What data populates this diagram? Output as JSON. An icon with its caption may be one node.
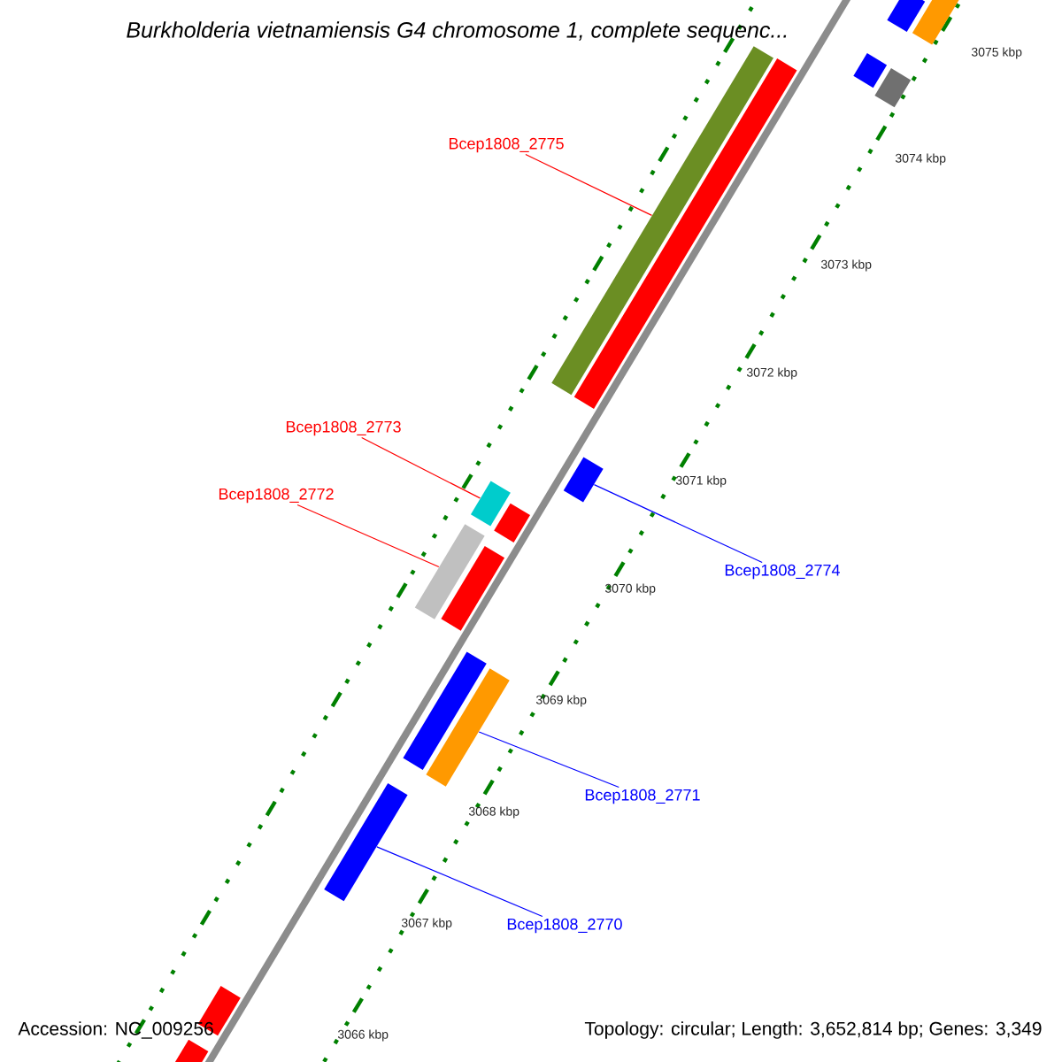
{
  "diagram": {
    "title": "Burkholderia vietnamiensis G4 chromosome 1, complete sequenc...",
    "nodes": [
      {
        "text": [
          "Bcep1808_2775"
        ]
      },
      {
        "text": [
          "Bcep1808_2773"
        ]
      },
      {
        "text": [
          "Bcep1808_2772"
        ]
      },
      {
        "text": [
          "Bcep1808_2774"
        ]
      },
      {
        "text": [
          "Bcep1808_2771"
        ]
      },
      {
        "text": [
          "Bcep1808_2770"
        ]
      },
      {
        "text": [],
        "shape": "bar"
      },
      {
        "text": [],
        "shape": "bar"
      },
      {
        "text": [],
        "shape": "bar"
      },
      {
        "text": [],
        "shape": "bar"
      },
      {
        "text": [],
        "shape": "bar"
      },
      {
        "text": [],
        "shape": "bar"
      },
      {
        "text": [],
        "shape": "bar"
      },
      {
        "text": [],
        "shape": "bar"
      },
      {
        "text": [],
        "shape": "bar"
      },
      {
        "text": [],
        "shape": "bar"
      },
      {
        "text": [],
        "shape": "bar"
      },
      {
        "text": [],
        "shape": "bar"
      },
      {
        "text": [],
        "shape": "bar"
      },
      {
        "text": [],
        "shape": "bar"
      },
      {
        "text": [],
        "shape": "bar"
      },
      {
        "text": [],
        "shape": "bar"
      }
    ],
    "edges": [
      {
        "from": 0,
        "to": 10,
        "arrow": "none",
        "color": "#ff0000"
      },
      {
        "from": 1,
        "to": 13,
        "arrow": "none",
        "color": "#ff0000"
      },
      {
        "from": 2,
        "to": 15,
        "arrow": "none",
        "color": "#ff0000"
      },
      {
        "from": 3,
        "to": 12,
        "arrow": "none",
        "color": "#0000ff"
      },
      {
        "from": 4,
        "to": 18,
        "arrow": "none",
        "color": "#0000ff"
      },
      {
        "from": 5,
        "to": 19,
        "arrow": "none",
        "color": "#0000ff"
      }
    ],
    "labels": [
      "3075 kbp",
      "3074 kbp",
      "3073 kbp",
      "3072 kbp",
      "3071 kbp",
      "3070 kbp",
      "3069 kbp",
      "3068 kbp",
      "3067 kbp",
      "3066 kbp",
      "Accession: NC_009256",
      "Topology: circular; Length: 3,652,814 bp; Genes: 3,349"
    ]
  }
}
